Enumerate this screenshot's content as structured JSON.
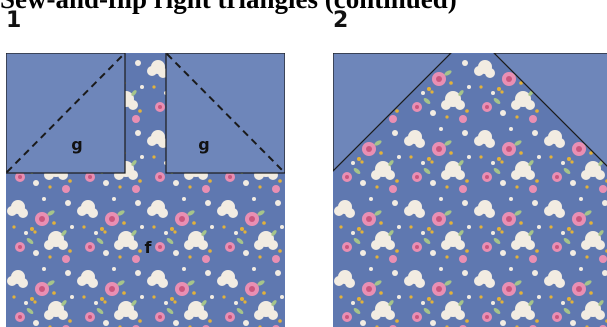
{
  "heading": "Sew-and-flip right triangles (continued)",
  "steps": [
    {
      "number": "1",
      "labels": {
        "left_corner": "g",
        "right_corner": "g",
        "center": "f"
      }
    },
    {
      "number": "2"
    }
  ],
  "colors": {
    "solid_blue": "#6e86ba",
    "print_base": "#5f78b0",
    "seam_line": "#1a1a1a",
    "rose_pink": "#e98fb3",
    "cream_flower": "#f2ece2",
    "gold_dot": "#e2b23a",
    "leaf_green": "#a6c48a"
  }
}
